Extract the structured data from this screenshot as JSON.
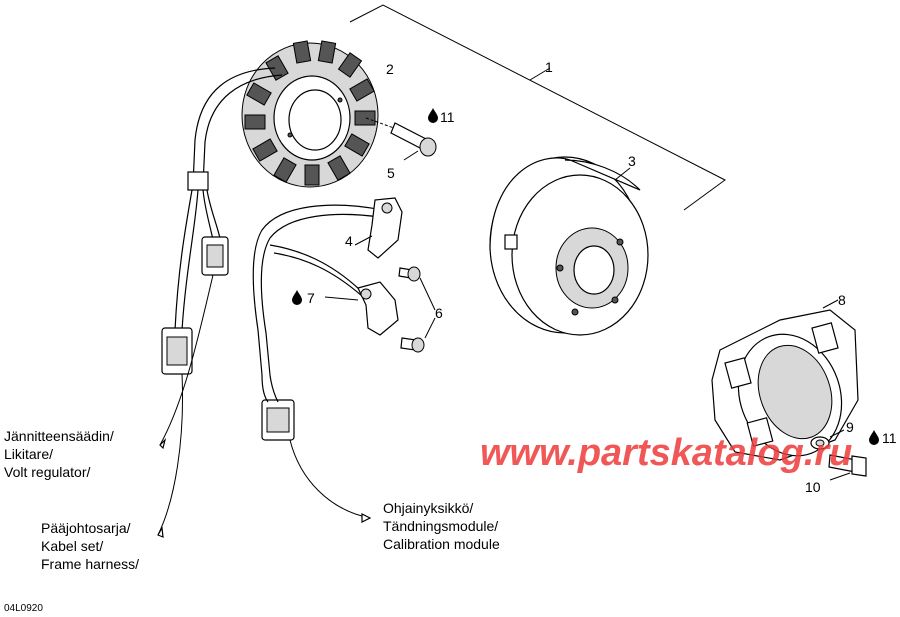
{
  "parts": {
    "p1": "1",
    "p2": "2",
    "p3": "3",
    "p4": "4",
    "p5": "5",
    "p6": "6",
    "p7": "7",
    "p8": "8",
    "p9": "9",
    "p10": "10",
    "p11a": "11",
    "p11b": "11"
  },
  "callouts": {
    "volt_regulator": [
      "Jännitteensäädin/",
      "Likitare/",
      "Volt regulator/"
    ],
    "frame_harness": [
      "Pääjohtosarja/",
      "Kabel set/",
      "Frame harness/"
    ],
    "calibration_module": [
      "Ohjainyksikkö/",
      "Tändningsmodule/",
      "Calibration module"
    ]
  },
  "watermark": "www.partskatalog.ru",
  "drawing_code": "04L0920",
  "icons": {
    "lubricant": "oil-drop-icon"
  },
  "colors": {
    "watermark": "#ee3b3b",
    "line": "#000000",
    "background": "#ffffff"
  }
}
